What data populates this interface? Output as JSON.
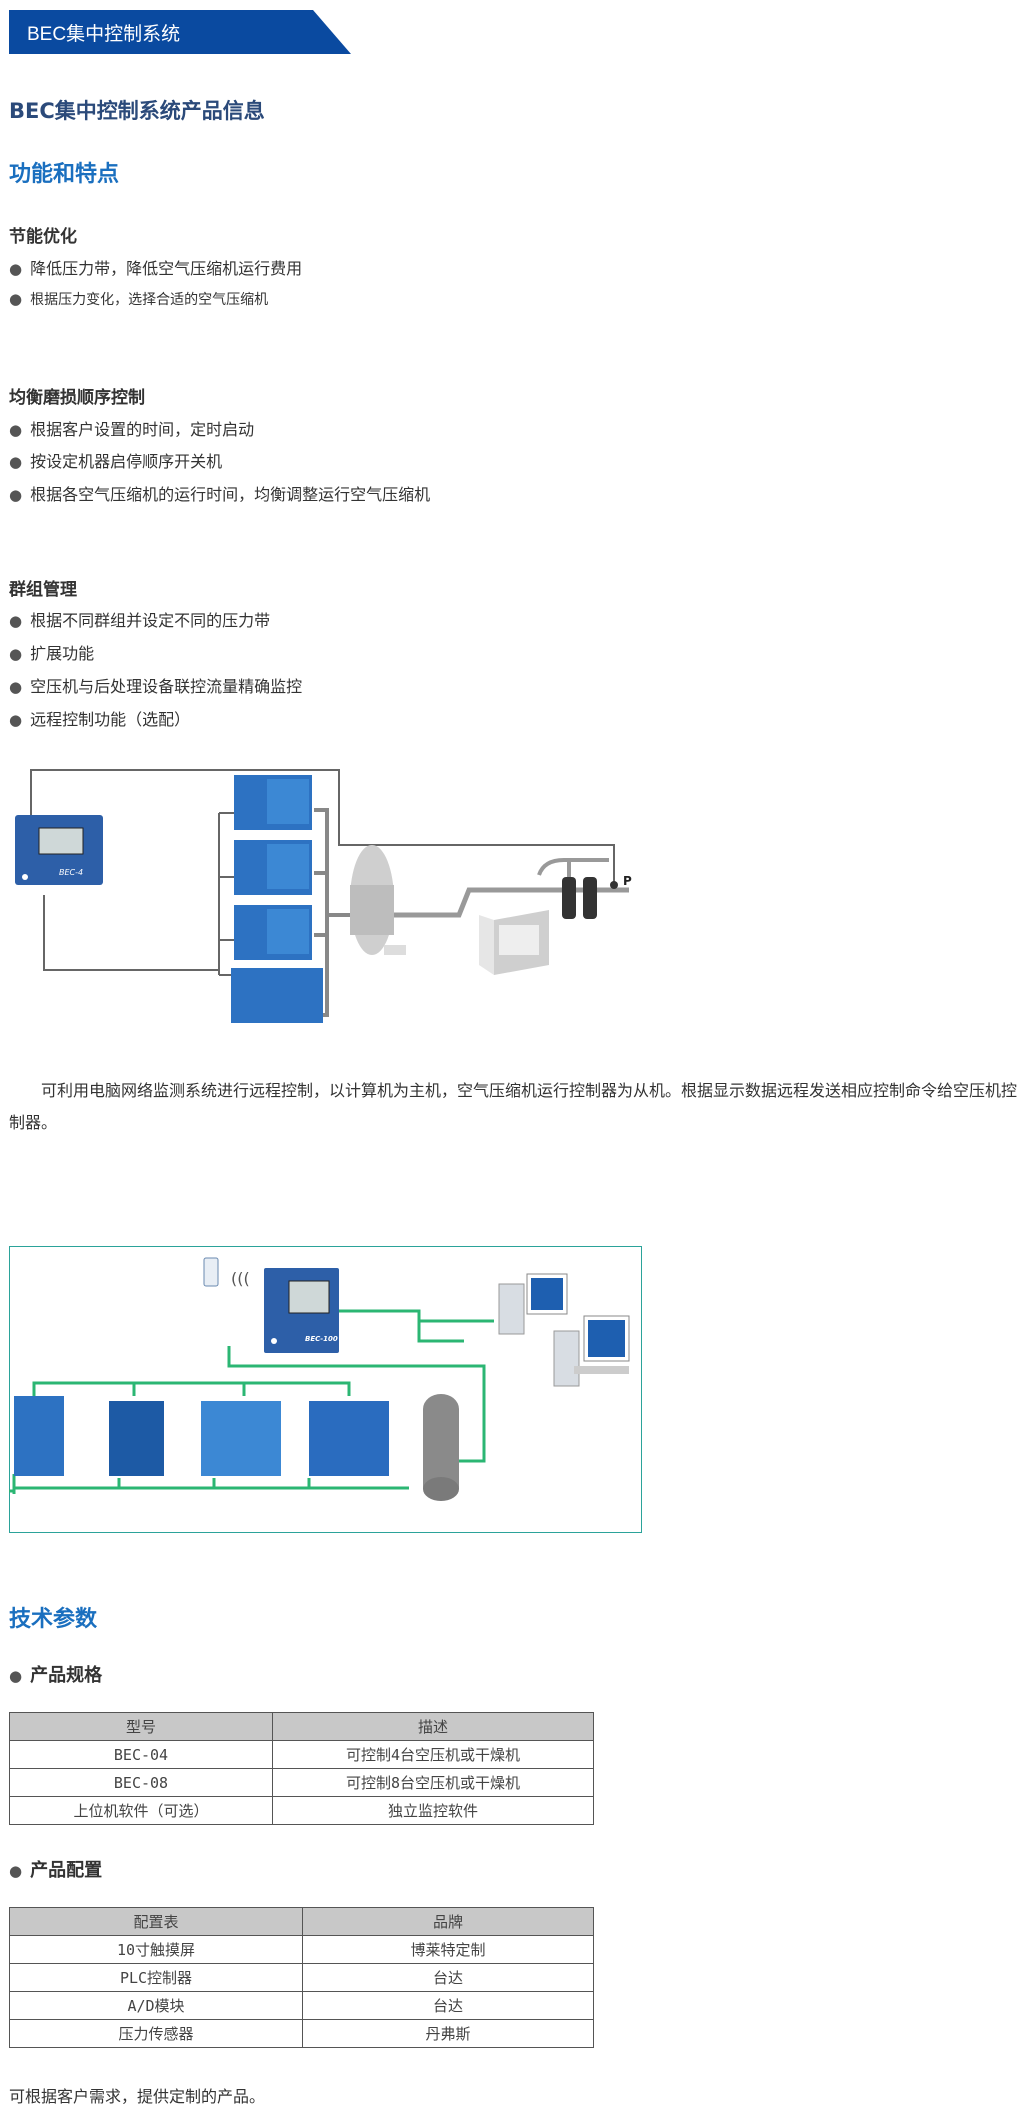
{
  "banner": {
    "title": "BEC集中控制系统"
  },
  "product_title": "BEC集中控制系统产品信息",
  "features": {
    "title": "功能和特点",
    "groups": [
      {
        "title": "节能优化",
        "items": [
          "降低压力带，降低空气压缩机运行费用",
          "根据压力变化，选择合适的空气压缩机"
        ]
      },
      {
        "title": "均衡磨损顺序控制",
        "items": [
          "根据客户设置的时间，定时启动",
          "按设定机器启停顺序开关机",
          "根据各空气压缩机的运行时间，均衡调整运行空气压缩机"
        ]
      },
      {
        "title": "群组管理",
        "items": [
          "根据不同群组并设定不同的压力带",
          "扩展功能",
          "空压机与后处理设备联控流量精确监控",
          "远程控制功能（选配）"
        ]
      }
    ]
  },
  "diagram1": {
    "controller_label": "BEC-4",
    "pressure_label": "P"
  },
  "paragraph": "可利用电脑网络监测系统进行远程控制，以计算机为主机，空气压缩机运行控制器为从机。根据显示数据远程发送相应控制命令给空压机控制器。",
  "diagram2": {
    "controller_label": "BEC-100"
  },
  "tech": {
    "title": "技术参数",
    "spec": {
      "title": "产品规格",
      "headers": [
        "型号",
        "描述"
      ],
      "rows": [
        [
          "BEC-04",
          "可控制4台空压机或干燥机"
        ],
        [
          "BEC-08",
          "可控制8台空压机或干燥机"
        ],
        [
          "上位机软件（可选）",
          "独立监控软件"
        ]
      ]
    },
    "config": {
      "title": "产品配置",
      "headers": [
        "配置表",
        "品牌"
      ],
      "rows": [
        [
          "10寸触摸屏",
          "博莱特定制"
        ],
        [
          "PLC控制器",
          "台达"
        ],
        [
          "A/D模块",
          "台达"
        ],
        [
          "压力传感器",
          "丹弗斯"
        ]
      ]
    }
  },
  "note": "可根据客户需求，提供定制的产品。",
  "colors": {
    "banner": "#0a4aa0",
    "heading_blue": "#1a6fbf",
    "pipe_green": "#2bb673",
    "machine_blue": "#2d72c2"
  }
}
